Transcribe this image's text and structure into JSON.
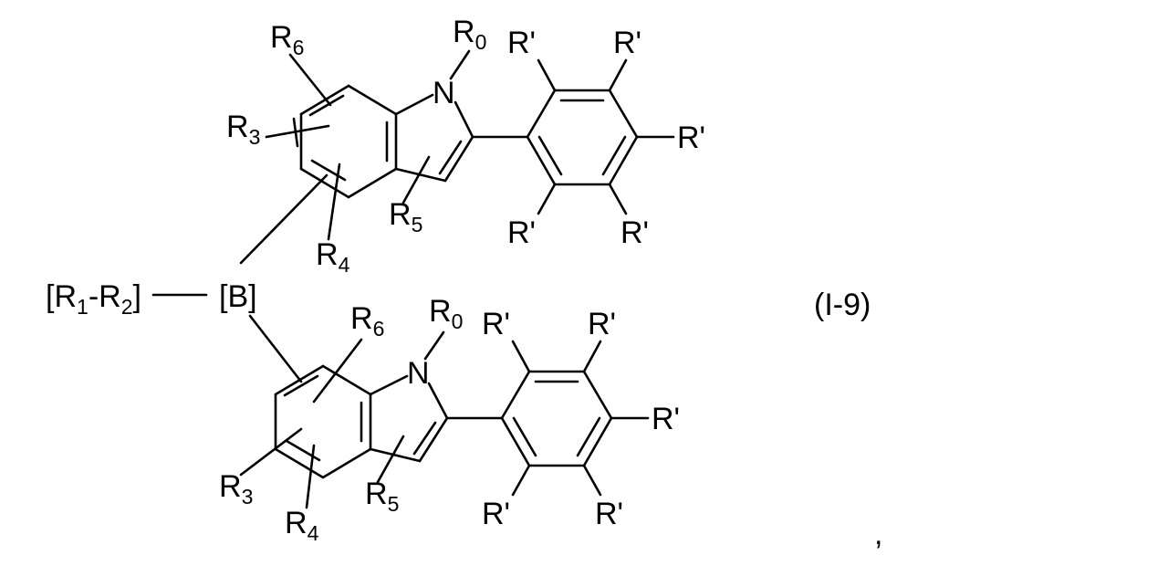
{
  "formula_id": "(I-9)",
  "trailing_punct": ",",
  "linker": {
    "open_bracket": "[",
    "r1": "R",
    "r1_sub": "1",
    "dash": "-",
    "r2": "R",
    "r2_sub": "2",
    "close_bracket": "]",
    "b_label": "[B]"
  },
  "upper_indole": {
    "n": "N",
    "r0": "R",
    "r0_sub": "0",
    "r6": "R",
    "r6_sub": "6",
    "r3": "R",
    "r3_sub": "3",
    "r4": "R",
    "r4_sub": "4",
    "r5": "R",
    "r5_sub": "5",
    "phenyl_substituent": "R'"
  },
  "lower_indole": {
    "n": "N",
    "r0": "R",
    "r0_sub": "0",
    "r6": "R",
    "r6_sub": "6",
    "r3": "R",
    "r3_sub": "3",
    "r4": "R",
    "r4_sub": "4",
    "r5": "R",
    "r5_sub": "5",
    "phenyl_substituent": "R'"
  }
}
